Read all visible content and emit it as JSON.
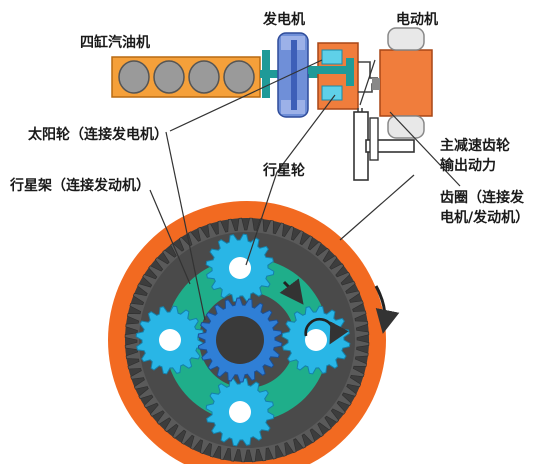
{
  "labels": {
    "engine": "四缸汽油机",
    "generator": "发电机",
    "motor": "电动机",
    "sun_gear": "太阳轮（连接发电机）",
    "carrier": "行星架（连接发动机）",
    "planet_gear": "行星轮",
    "reducer_line1": "主减速齿轮",
    "reducer_line2": "输出动力",
    "ring_line1": "齿圈（连接发",
    "ring_line2": "电机/发动机）"
  },
  "colors": {
    "ring_orange": "#f26a21",
    "ring_teeth_dark": "#4a4a4a",
    "carrier_green": "#1fae8a",
    "planet_cyan": "#29b6e6",
    "sun_blue": "#2f7fd6",
    "engine_orange": "#f5a03a",
    "motor_orange": "#f07d3c",
    "generator_blue": "#6f8fd8",
    "shaft_teal": "#1f9a98",
    "dark_gray": "#3a3a3a"
  }
}
